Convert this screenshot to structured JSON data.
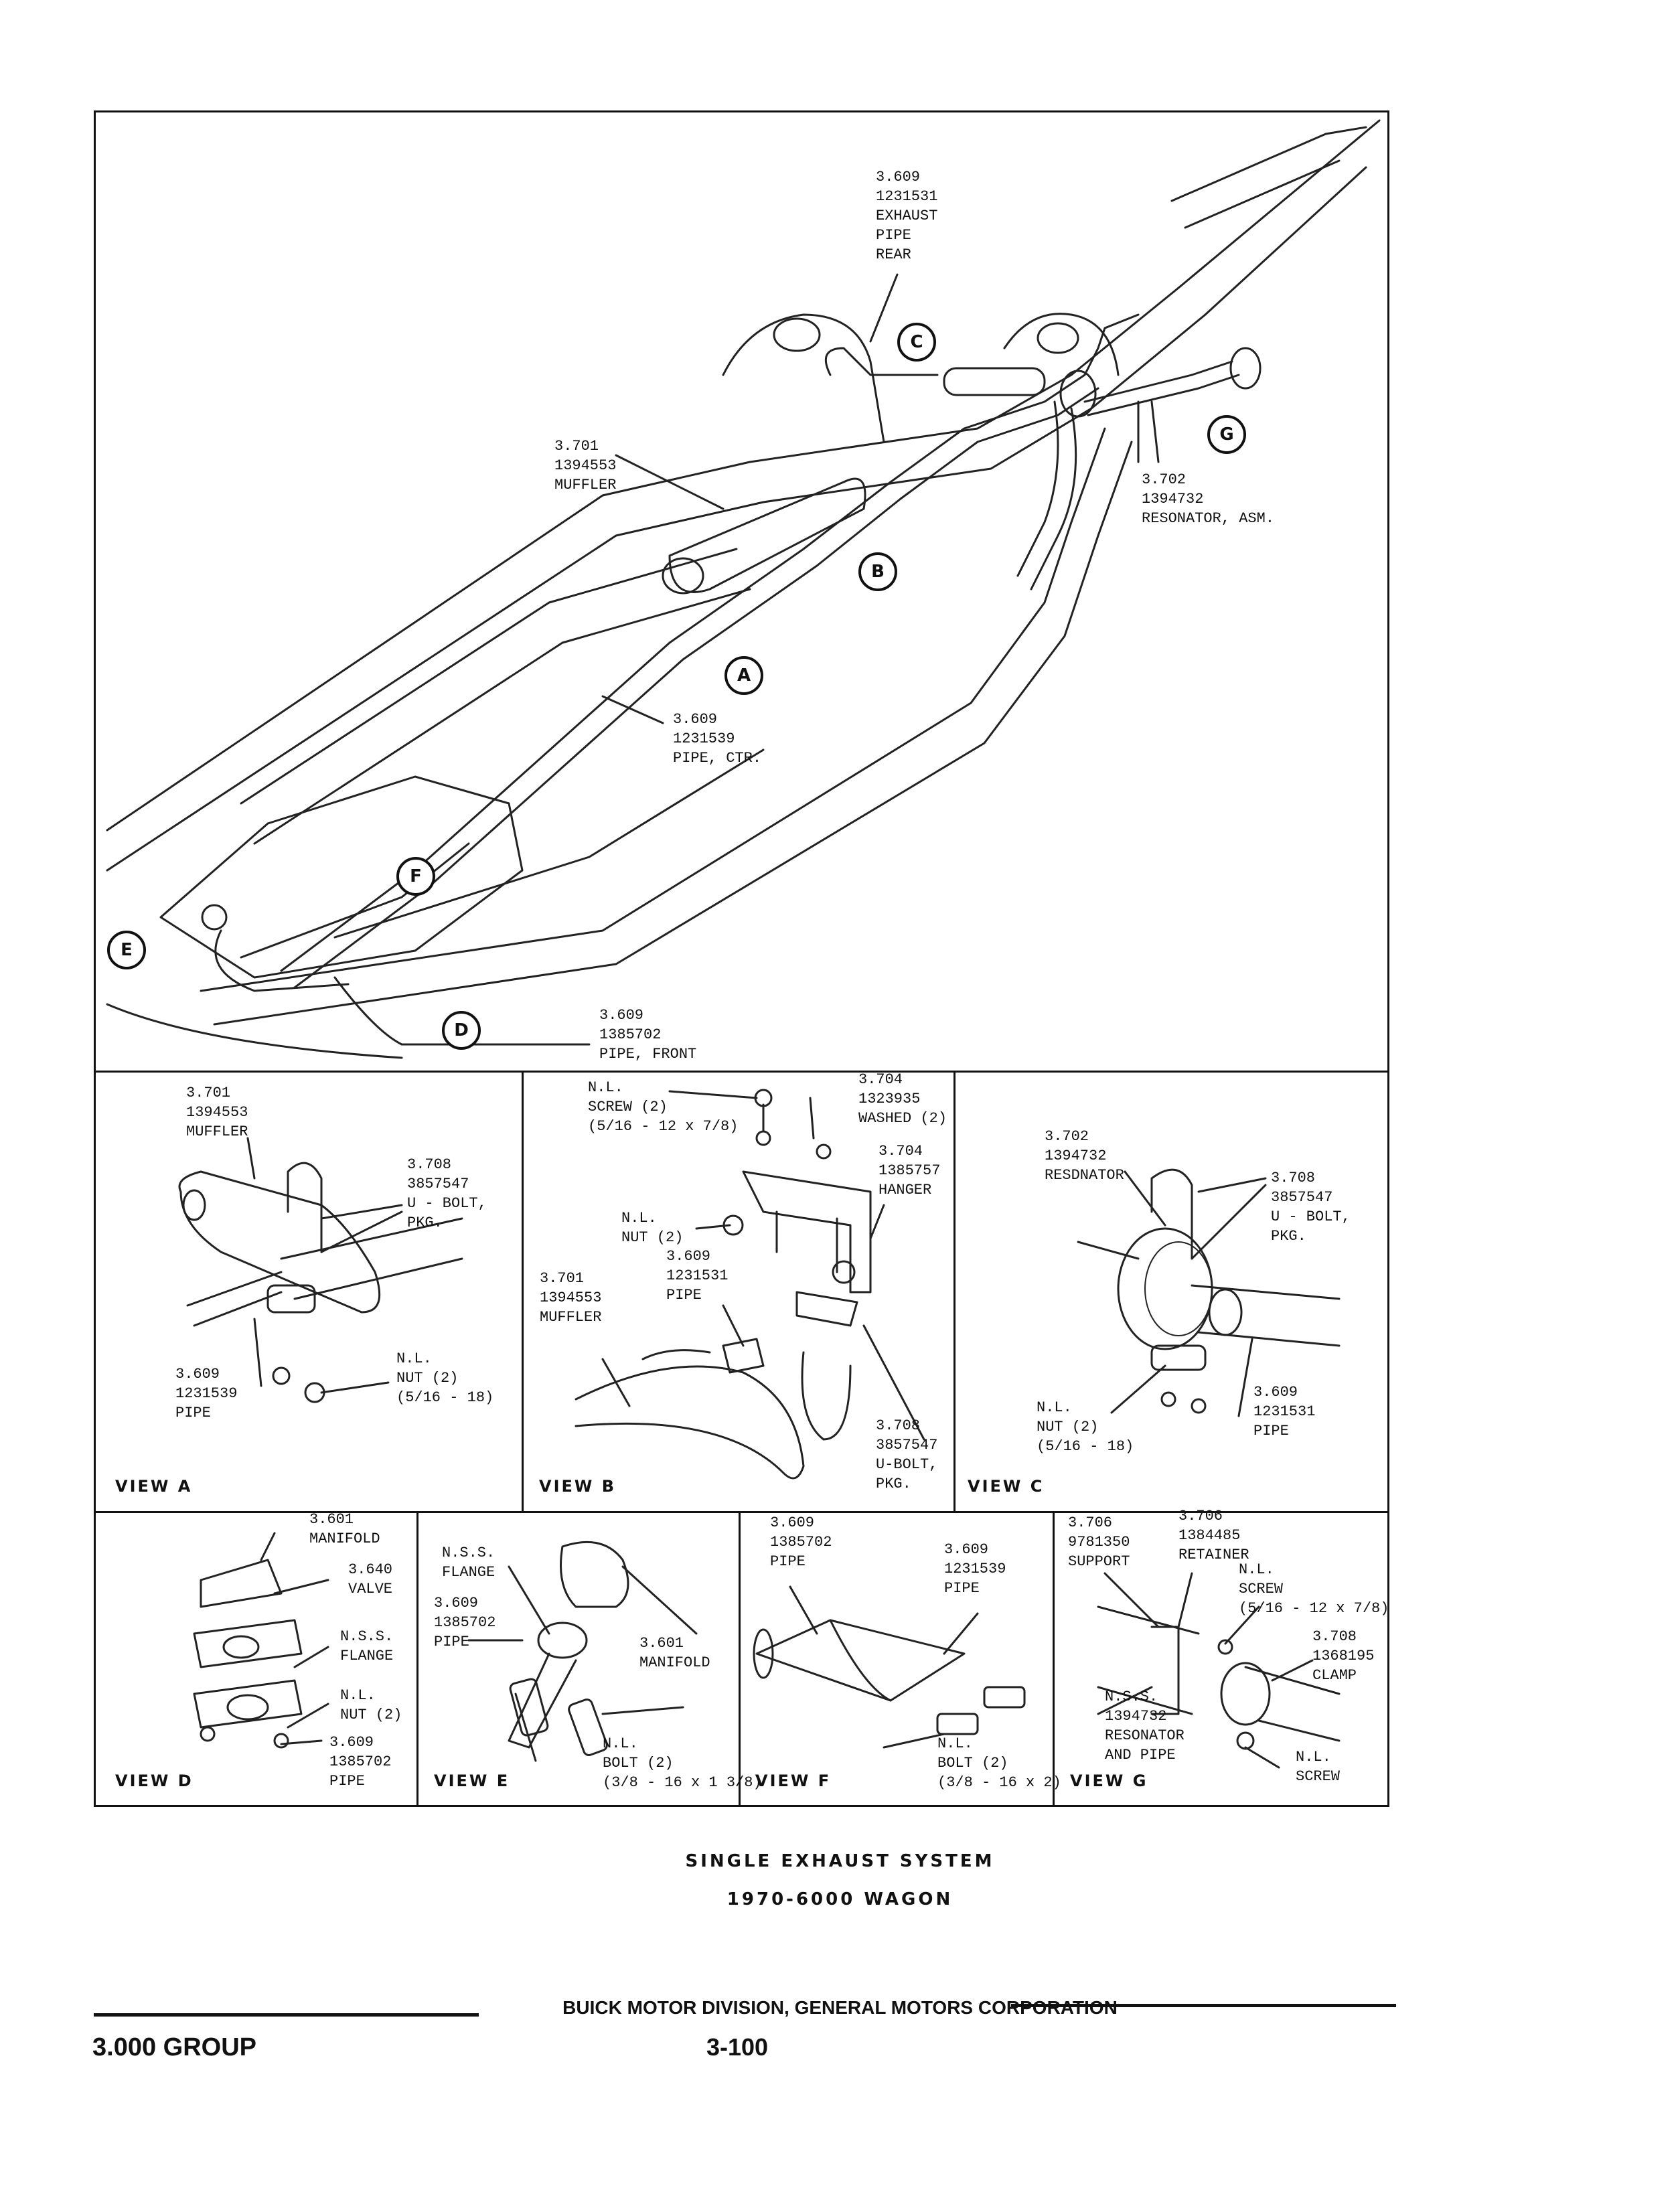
{
  "main_view": {
    "labels": {
      "exhaust_pipe_rear": [
        "3.609",
        "1231531",
        "EXHAUST",
        "PIPE",
        "REAR"
      ],
      "muffler": [
        "3.701",
        "1394553",
        "MUFFLER"
      ],
      "resonator": [
        "3.702",
        "1394732",
        "RESONATOR, ASM."
      ],
      "pipe_ctr": [
        "3.609",
        "1231539",
        "PIPE, CTR."
      ],
      "pipe_front": [
        "3.609",
        "1385702",
        "PIPE, FRONT"
      ]
    },
    "view_markers": [
      "A",
      "B",
      "C",
      "D",
      "E",
      "F",
      "G"
    ]
  },
  "view_a": {
    "title": "VIEW A",
    "labels": {
      "muffler": [
        "3.701",
        "1394553",
        "MUFFLER"
      ],
      "ubolt": [
        "3.708",
        "3857547",
        "U - BOLT,",
        "PKG."
      ],
      "pipe": [
        "3.609",
        "1231539",
        "PIPE"
      ],
      "nut": [
        "N.L.",
        "NUT (2)",
        "(5/16 - 18)"
      ]
    }
  },
  "view_b": {
    "title": "VIEW B",
    "labels": {
      "screw": [
        "N.L.",
        "SCREW (2)",
        "(5/16 - 12 x 7/8)"
      ],
      "washer": [
        "3.704",
        "1323935",
        "WASHED (2)"
      ],
      "hanger": [
        "3.704",
        "1385757",
        "HANGER"
      ],
      "nut": [
        "N.L.",
        "NUT (2)"
      ],
      "pipe": [
        "3.609",
        "1231531",
        "PIPE"
      ],
      "muffler": [
        "3.701",
        "1394553",
        "MUFFLER"
      ],
      "ubolt": [
        "3.708",
        "3857547",
        "U-BOLT,",
        "PKG."
      ]
    }
  },
  "view_c": {
    "title": "VIEW C",
    "labels": {
      "resonator": [
        "3.702",
        "1394732",
        "RESDNATOR"
      ],
      "ubolt": [
        "3.708",
        "3857547",
        "U - BOLT,",
        "PKG."
      ],
      "nut": [
        "N.L.",
        "NUT (2)",
        "(5/16 - 18)"
      ],
      "pipe": [
        "3.609",
        "1231531",
        "PIPE"
      ]
    }
  },
  "view_d": {
    "title": "VIEW D",
    "labels": {
      "manifold": [
        "3.601",
        "MANIFOLD"
      ],
      "valve": [
        "3.640",
        "VALVE"
      ],
      "flange": [
        "N.S.S.",
        "FLANGE"
      ],
      "nut": [
        "N.L.",
        "NUT (2)"
      ],
      "pipe": [
        "3.609",
        "1385702",
        "PIPE"
      ]
    }
  },
  "view_e": {
    "title": "VIEW E",
    "labels": {
      "flange": [
        "N.S.S.",
        "FLANGE"
      ],
      "pipe": [
        "3.609",
        "1385702",
        "PIPE"
      ],
      "manifold": [
        "3.601",
        "MANIFOLD"
      ],
      "bolt": [
        "N.L.",
        "BOLT (2)",
        "(3/8 - 16 x 1 3/8)"
      ]
    }
  },
  "view_f": {
    "title": "VIEW F",
    "labels": {
      "pipe_front": [
        "3.609",
        "1385702",
        "PIPE"
      ],
      "pipe_ctr": [
        "3.609",
        "1231539",
        "PIPE"
      ],
      "bolt": [
        "N.L.",
        "BOLT (2)",
        "(3/8 - 16 x 2)"
      ]
    }
  },
  "view_g": {
    "title": "VIEW G",
    "labels": {
      "support": [
        "3.706",
        "9781350",
        "SUPPORT"
      ],
      "retainer": [
        "3.706",
        "1384485",
        "RETAINER"
      ],
      "screw_top": [
        "N.L.",
        "SCREW",
        "(5/16 - 12 x 7/8)"
      ],
      "clamp": [
        "3.708",
        "1368195",
        "CLAMP"
      ],
      "resonator_pipe": [
        "N.S.S.",
        "1394732",
        "RESONATOR",
        "AND PIPE"
      ],
      "screw_bottom": [
        "N.L.",
        "SCREW"
      ]
    }
  },
  "caption": {
    "line1": "SINGLE EXHAUST SYSTEM",
    "line2": "1970-6000 WAGON"
  },
  "footer": {
    "division": "BUICK MOTOR DIVISION, GENERAL MOTORS CORPORATION",
    "group": "3.000 GROUP",
    "page": "3-100"
  }
}
